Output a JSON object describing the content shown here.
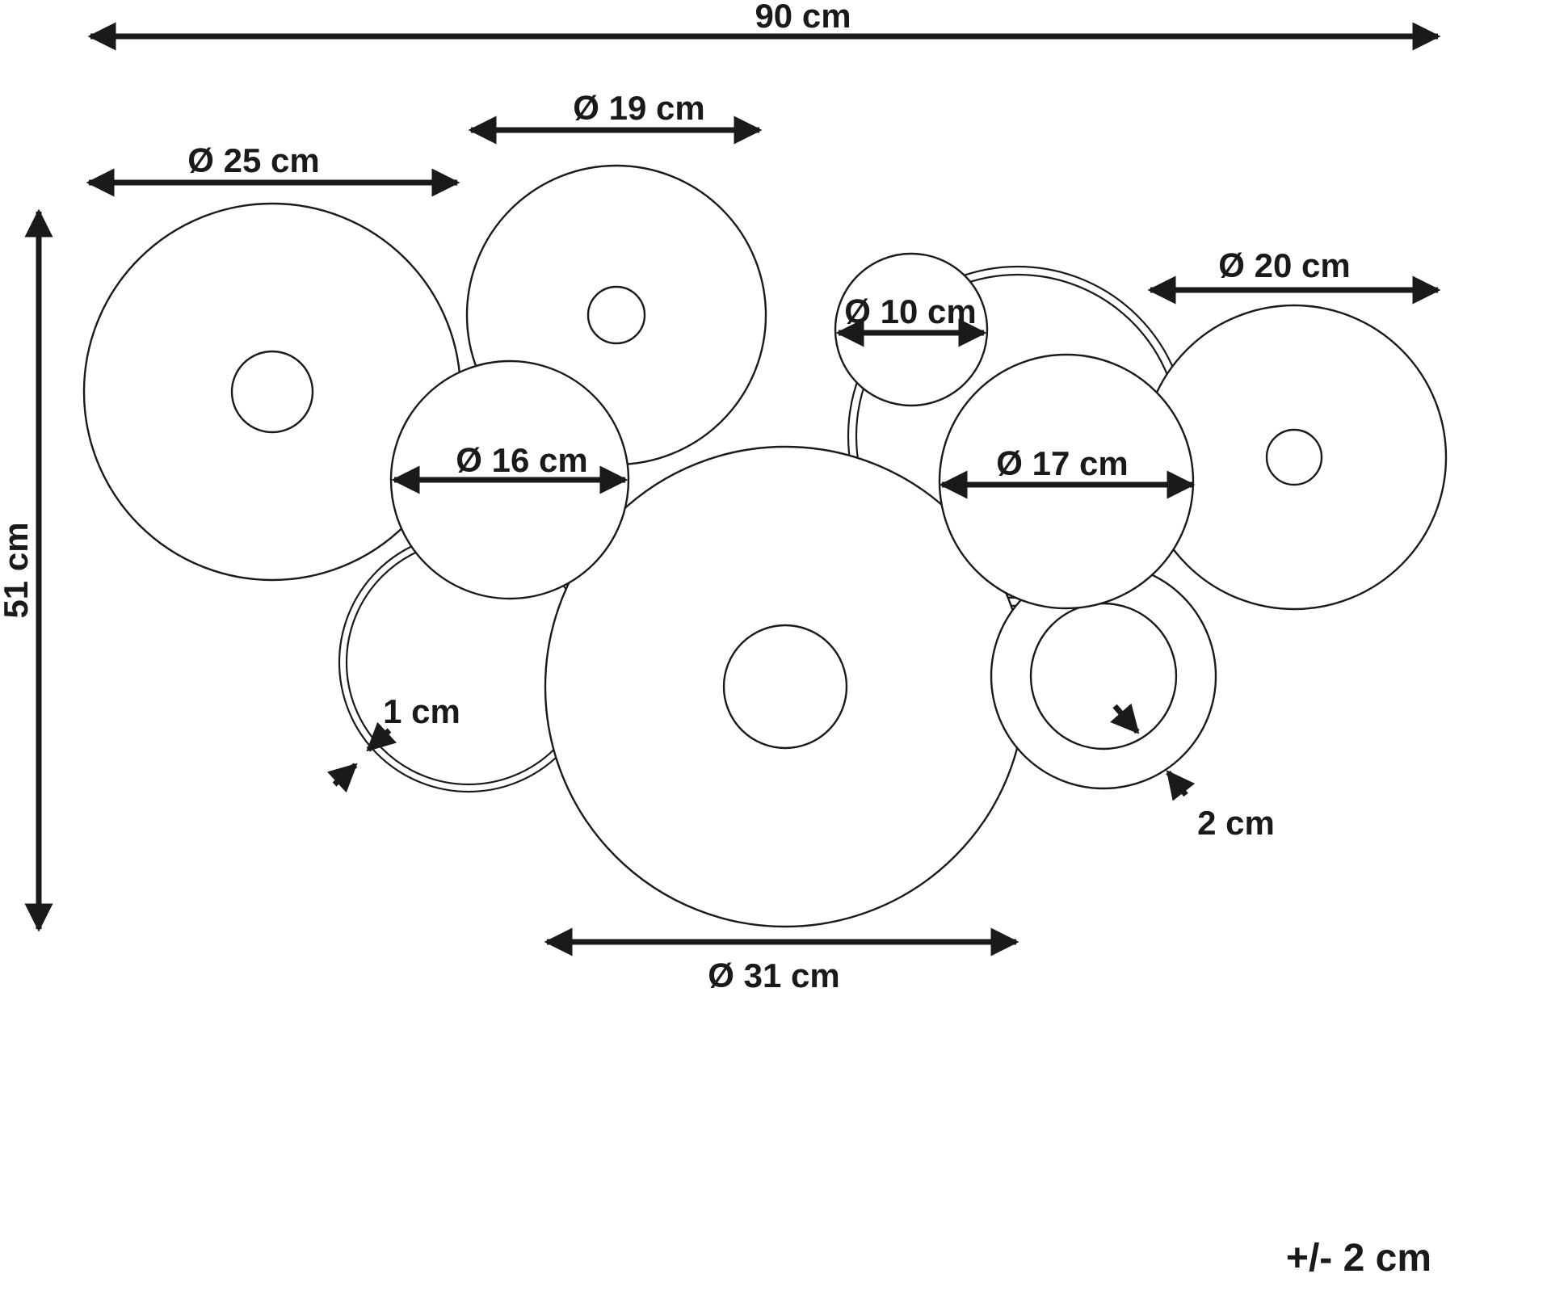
{
  "labels": {
    "overall_width": "90 cm",
    "overall_height": "51 cm",
    "d25": "Ø 25 cm",
    "d19": "Ø 19 cm",
    "d16": "Ø 16 cm",
    "d10": "Ø 10 cm",
    "d20": "Ø 20 cm",
    "d17": "Ø 17 cm",
    "d31": "Ø 31 cm",
    "ring_gap_1": "1 cm",
    "ring_gap_2": "2 cm",
    "tolerance": "+/- 2 cm"
  },
  "colors": {
    "line": "#1a1a1a",
    "background": "#ffffff"
  }
}
